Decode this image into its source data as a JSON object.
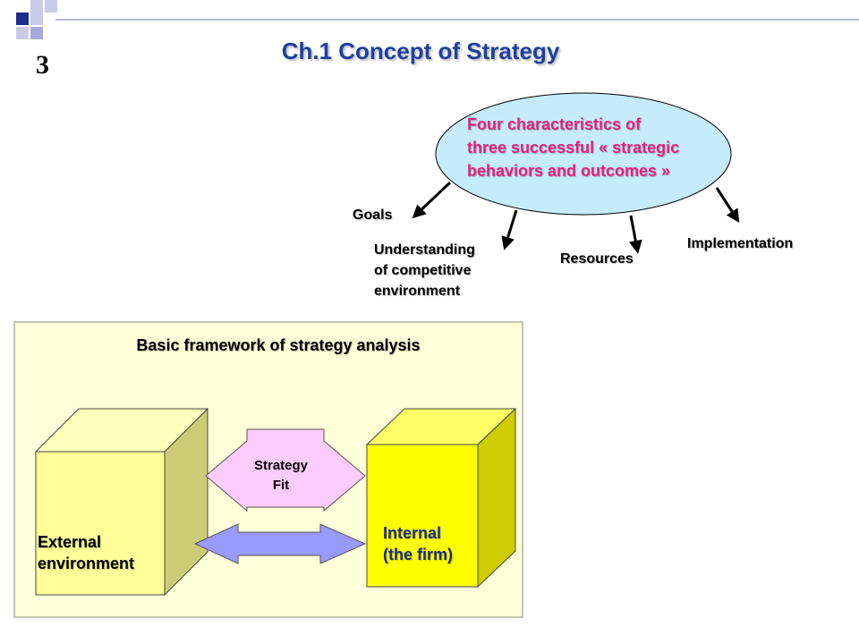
{
  "slide": {
    "page_number": "3",
    "title": "Ch.1 Concept of Strategy"
  },
  "characteristics": {
    "heading_lines": [
      "Four characteristics of",
      "three successful « strategic",
      "behaviors and outcomes »"
    ],
    "items": [
      {
        "lines": [
          "Goals"
        ]
      },
      {
        "lines": [
          "Understanding",
          "of competitive",
          "environment"
        ]
      },
      {
        "lines": [
          "Resources"
        ]
      },
      {
        "lines": [
          "Implementation"
        ]
      }
    ]
  },
  "framework": {
    "title": "Basic framework of strategy analysis",
    "external_lines": [
      "External",
      "environment"
    ],
    "internal_lines": [
      "Internal",
      "(the firm)"
    ],
    "fit_lines": [
      "Strategy",
      "Fit"
    ]
  },
  "colors": {
    "title": "#1f3fa0",
    "highlight": "#e8207a",
    "oval_fill": "#c6ecfb",
    "panel_fill": "#ffffd9",
    "external_box": "#ffff99",
    "internal_box": "#ffff00",
    "fit_arrow": "#ffccff",
    "link_arrow": "#9999ff"
  }
}
